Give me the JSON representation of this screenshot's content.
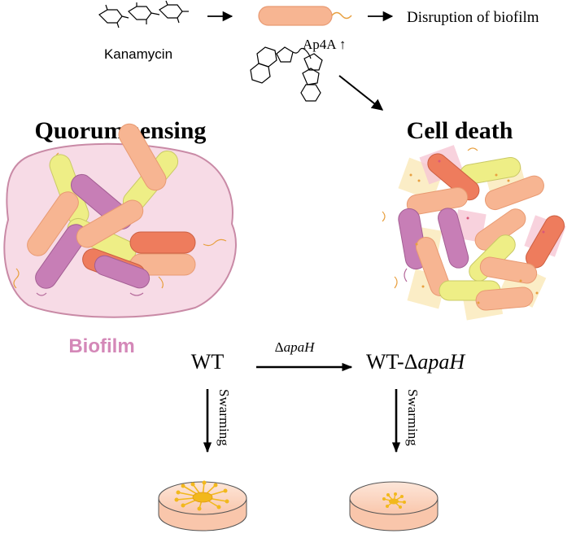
{
  "labels": {
    "kanamycin": "Kanamycin",
    "disruption": "Disruption of biofilm",
    "ap4a": "Ap4A ↑",
    "quorum_sensing": "Quorum sensing",
    "cell_death": "Cell death",
    "biofilm": "Biofilm",
    "wt": "WT",
    "delta_apah_prefix": "Δ",
    "apah_italic": "apaH",
    "wt_delta_prefix": "WT-Δ",
    "swarming": "Swarming"
  },
  "colors": {
    "biofilm_label": "#d488b8",
    "biofilm_fill": "#f7dbe6",
    "biofilm_stroke": "#c98aa6",
    "cell_orange": "#f7b592",
    "cell_yellow": "#eeee86",
    "cell_purple": "#c77eb6",
    "cell_red": "#ee7c5d",
    "dish_fill": "#fbd2bd"
  }
}
